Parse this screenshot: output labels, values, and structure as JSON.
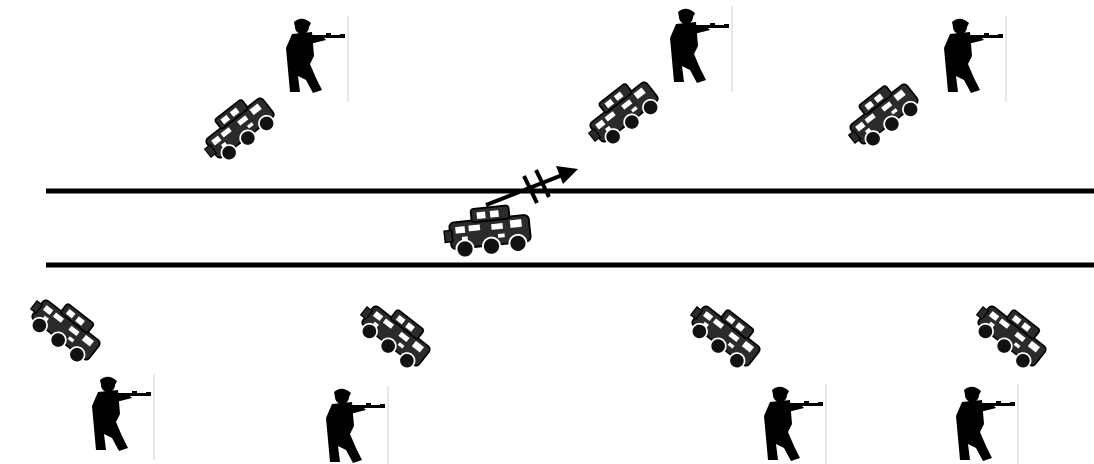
{
  "diagram": {
    "road": {
      "lanes": 1,
      "line_color": "#000000"
    },
    "moving_vehicle": {
      "icon": "armored-vehicle-icon",
      "direction": "up-right",
      "blocked": true,
      "blocked_marker": "double-bar"
    },
    "side_units": {
      "top": [
        {
          "vehicle_icon": "armored-vehicle-icon",
          "soldier_icon": "rifleman-icon"
        },
        {
          "vehicle_icon": "armored-vehicle-icon",
          "soldier_icon": "rifleman-icon"
        },
        {
          "vehicle_icon": "armored-vehicle-icon",
          "soldier_icon": "rifleman-icon"
        }
      ],
      "bottom": [
        {
          "vehicle_icon": "armored-vehicle-icon",
          "soldier_icon": "rifleman-icon"
        },
        {
          "vehicle_icon": "armored-vehicle-icon",
          "soldier_icon": "rifleman-icon"
        },
        {
          "vehicle_icon": "armored-vehicle-icon",
          "soldier_icon": "rifleman-icon"
        },
        {
          "vehicle_icon": "armored-vehicle-icon",
          "soldier_icon": "rifleman-icon"
        }
      ]
    },
    "colors": {
      "ink": "#000000",
      "vehicle_fill": "#2b2b2b",
      "vehicle_detail": "#ffffff",
      "background": "#ffffff"
    }
  }
}
